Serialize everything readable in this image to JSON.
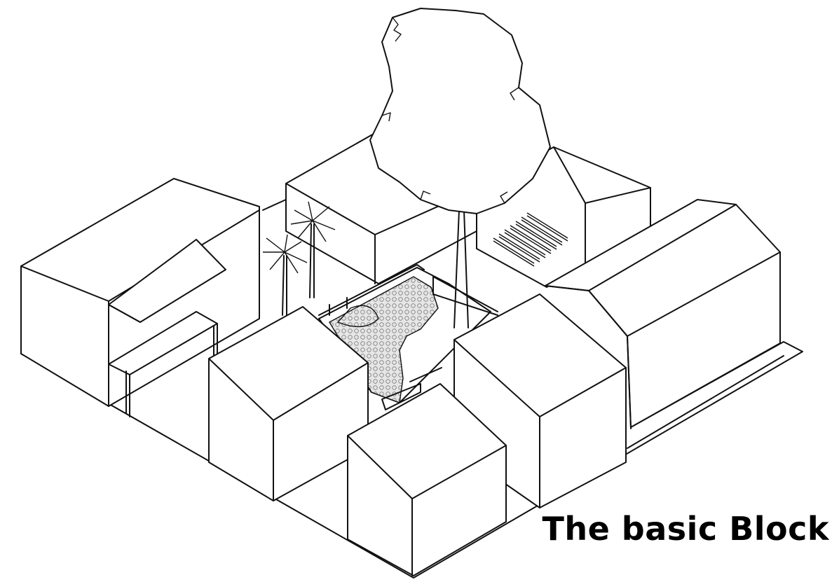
{
  "caption": "The basic Block",
  "colors": {
    "background": "#ffffff",
    "ink": "#111111",
    "courtyard_fill": "#e6e6e6"
  },
  "elements": [
    "ground-plane",
    "block-building-west",
    "block-building-north",
    "block-building-northeast",
    "block-building-east",
    "block-building-south-left",
    "block-building-south-center",
    "block-building-south-right",
    "courtyard-paving",
    "large-tree",
    "palm-tree",
    "palm-tree",
    "pergola-slats"
  ]
}
